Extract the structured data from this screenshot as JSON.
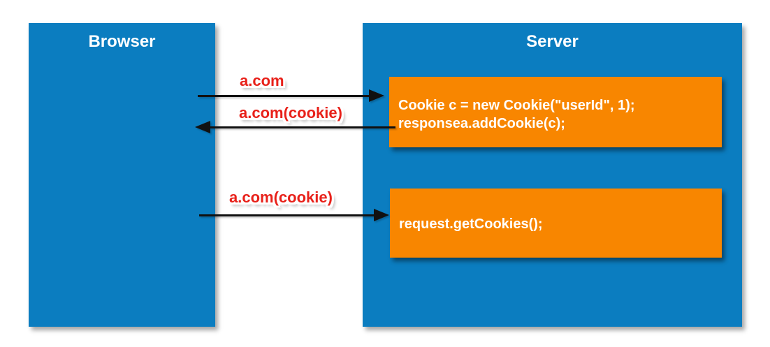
{
  "diagram": {
    "browser_box": {
      "title": "Browser"
    },
    "server_box": {
      "title": "Server"
    },
    "code_boxes": [
      {
        "name": "set-cookie",
        "lines": [
          "Cookie c = new Cookie(\"userId\", 1);",
          "responsea.addCookie(c);"
        ]
      },
      {
        "name": "get-cookie",
        "lines": [
          "request.getCookies();"
        ]
      }
    ],
    "arrows": [
      {
        "label": "a.com",
        "direction": "right",
        "from": "Browser",
        "to": "Server"
      },
      {
        "label": "a.com(cookie)",
        "direction": "left",
        "from": "Server",
        "to": "Browser"
      },
      {
        "label": "a.com(cookie)",
        "direction": "right",
        "from": "Browser",
        "to": "Server"
      }
    ],
    "colors": {
      "box_blue": "#0b7dc0",
      "code_orange": "#f88600",
      "label_red": "#e8211a",
      "arrow_black": "#111111",
      "box_text_white": "#ffffff"
    }
  }
}
